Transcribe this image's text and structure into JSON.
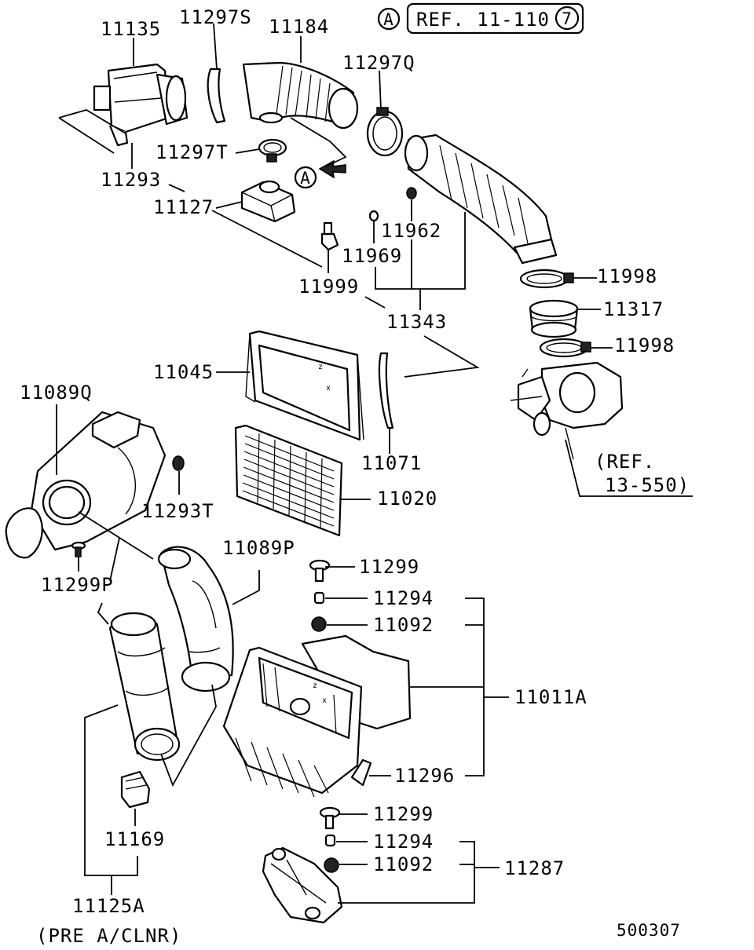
{
  "header": {
    "ref_marker": "A",
    "ref_text": "REF. 11-110",
    "ref_num": "7"
  },
  "labels": {
    "p11135": "11135",
    "p11297S": "11297S",
    "p11184": "11184",
    "p11297Q": "11297Q",
    "p11297T": "11297T",
    "p11293": "11293",
    "p11127": "11127",
    "p11962": "11962",
    "p11969": "11969",
    "p11999": "11999",
    "p11343": "11343",
    "p11998a": "11998",
    "p11317": "11317",
    "p11998b": "11998",
    "p11045": "11045",
    "p11089Q": "11089Q",
    "p11071": "11071",
    "p11020": "11020",
    "p11293T": "11293T",
    "p11089P": "11089P",
    "p11299a": "11299",
    "p11299P": "11299P",
    "p11294a": "11294",
    "p11092a": "11092",
    "p11011A": "11011A",
    "p11296": "11296",
    "p11299b": "11299",
    "p11294b": "11294",
    "p11092b": "11092",
    "p11287": "11287",
    "p11169": "11169",
    "p11125A": "11125A",
    "ref13_line1": "(REF.",
    "ref13_line2": "13-550)",
    "pre_clnr": "(PRE A/CLNR)",
    "marker_a": "A",
    "diagram_id": "500307"
  }
}
